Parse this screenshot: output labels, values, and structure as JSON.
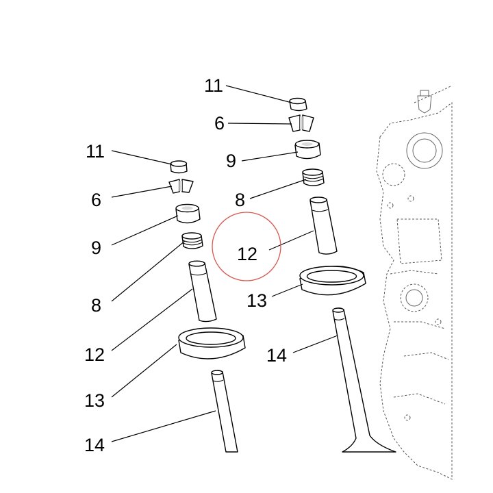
{
  "callouts": {
    "left": {
      "retainer": "11",
      "collets": "6",
      "spring_cap": "9",
      "seal": "8",
      "guide": "12",
      "seat_ring": "13",
      "valve": "14"
    },
    "right": {
      "retainer": "11",
      "collets": "6",
      "spring_cap": "9",
      "seal": "8",
      "guide": "12",
      "seat_ring": "13",
      "valve": "14"
    }
  },
  "highlight_color": "#d9574f",
  "line_color": "#000000"
}
